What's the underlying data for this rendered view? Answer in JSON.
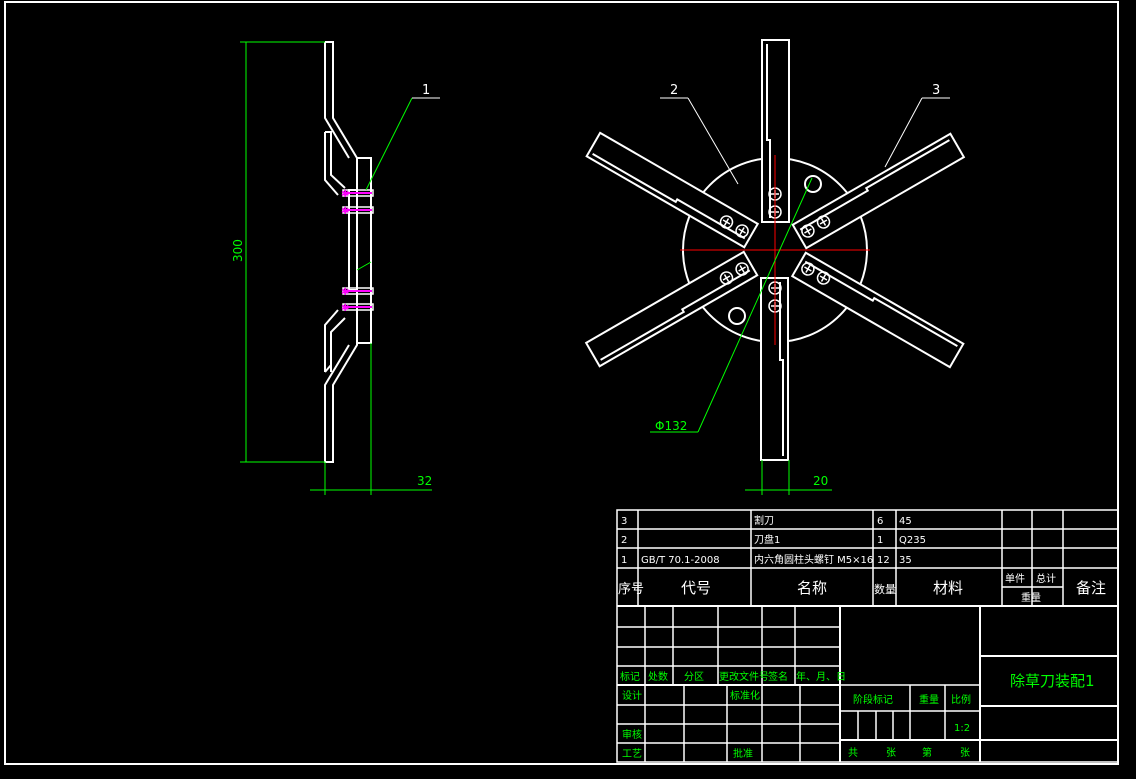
{
  "dimensions": {
    "height": "300",
    "thickness": "32",
    "width": "20",
    "diameter": "Φ132"
  },
  "balloons": [
    "1",
    "2",
    "3"
  ],
  "bom": {
    "rows": [
      {
        "no": "3",
        "code": "",
        "name": "割刀",
        "qty": "6",
        "material": "45"
      },
      {
        "no": "2",
        "code": "",
        "name": "刀盘1",
        "qty": "1",
        "material": "Q235"
      },
      {
        "no": "1",
        "code": "GB/T 70.1-2008",
        "name": "内六角圆柱头螺钉 M5×16",
        "qty": "12",
        "material": "35"
      }
    ],
    "headers": {
      "no": "序号",
      "code": "代号",
      "name": "名称",
      "qty": "数量",
      "material": "材料",
      "single": "单件",
      "total": "总计",
      "weight": "重量",
      "remark": "备注"
    }
  },
  "title_block": {
    "drawing_title": "除草刀装配1",
    "rev_headers": [
      "标记",
      "处数",
      "分区",
      "更改文件号",
      "签名",
      "年、月、日"
    ],
    "design": "设计",
    "standard": "标准化",
    "check": "审核",
    "process": "工艺",
    "approve": "批准",
    "stage": "阶段标记",
    "weight": "重量",
    "scale": "比例",
    "scale_value": "1:2",
    "sheets": [
      "共",
      "张",
      "第",
      "张"
    ]
  },
  "colors": {
    "line": "#ffffff",
    "dimension": "#00ff00",
    "centerline": "#ff0000",
    "bolt": "#ff00ff",
    "text": "#00ff00"
  }
}
